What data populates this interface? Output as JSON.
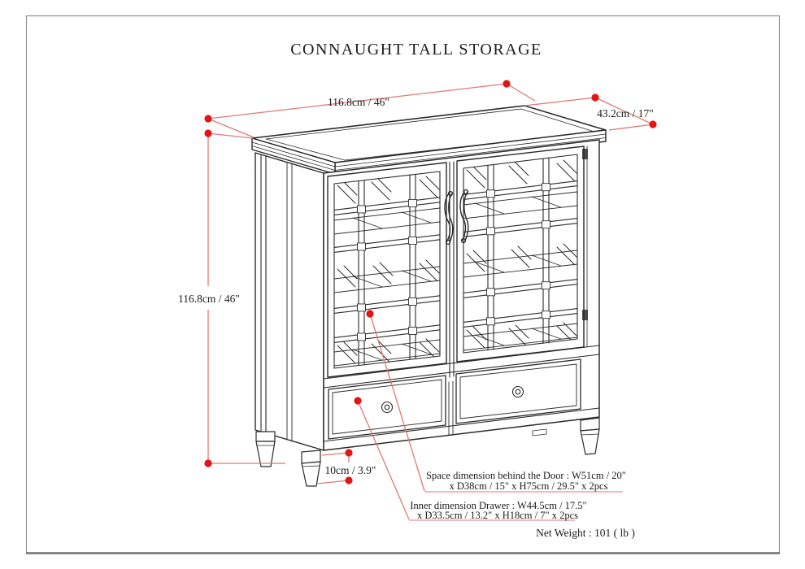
{
  "page": {
    "title": "CONNAUGHT TALL STORAGE"
  },
  "dimensions": {
    "top_width": "116.8cm / 46\"",
    "depth": "43.2cm / 17\"",
    "height": "116.8cm / 46\"",
    "leg_height": "10cm / 3.9\""
  },
  "annotations": {
    "door_space_line1": "Space dimension behind the Door : W51cm / 20\"",
    "door_space_line2": "x D38cm / 15\" x H75cm / 29.5\" x 2pcs",
    "drawer_line1": "Inner dimension Drawer : W44.5cm / 17.5\"",
    "drawer_line2": "x D33.5cm / 13.2\" x H18cm / 7\" x 2pcs",
    "net_weight": "Net Weight : 101 ( lb )"
  },
  "colors": {
    "line_art": "#2b2b2b",
    "dimension_line": "#dd7a76",
    "underline": "#efa4a2",
    "dimension_dot": "#e21414",
    "border": "#8f8f8f"
  }
}
